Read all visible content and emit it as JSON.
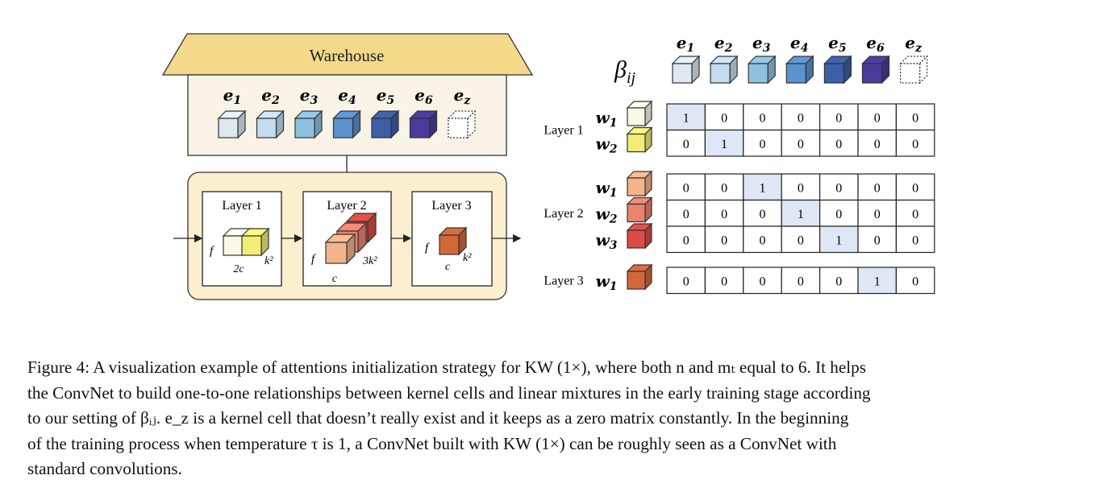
{
  "warehouse": {
    "title": "Warehouse",
    "cells": [
      {
        "label": "e",
        "sub": "1",
        "color": "#dde8ef"
      },
      {
        "label": "e",
        "sub": "2",
        "color": "#c4dcef"
      },
      {
        "label": "e",
        "sub": "3",
        "color": "#8fc1df"
      },
      {
        "label": "e",
        "sub": "4",
        "color": "#5b92d0"
      },
      {
        "label": "e",
        "sub": "5",
        "color": "#3d5fa8"
      },
      {
        "label": "e",
        "sub": "6",
        "color": "#4c3a9a"
      },
      {
        "label": "e",
        "sub": "z",
        "color": "#ffffff"
      }
    ]
  },
  "network": {
    "layers": [
      {
        "title": "Layer 1",
        "f": "f",
        "dim_bottom": "2c",
        "dim_right": "k²"
      },
      {
        "title": "Layer 2",
        "f": "f",
        "dim_bottom": "c",
        "dim_right": "3k²"
      },
      {
        "title": "Layer 3",
        "f": "f",
        "dim_bottom": "c",
        "dim_right": "k²"
      }
    ]
  },
  "attention": {
    "beta_label": "β",
    "beta_sub": "ij",
    "groups": [
      {
        "layer": "Layer 1",
        "rows": [
          {
            "w": "w",
            "sub": "1",
            "color": "#fbf8e6",
            "values": [
              "1",
              "0",
              "0",
              "0",
              "0",
              "0",
              "0"
            ],
            "hi": 0
          },
          {
            "w": "w",
            "sub": "2",
            "color": "#f1ee78",
            "values": [
              "0",
              "1",
              "0",
              "0",
              "0",
              "0",
              "0"
            ],
            "hi": 1
          }
        ]
      },
      {
        "layer": "Layer 2",
        "rows": [
          {
            "w": "w",
            "sub": "1",
            "color": "#f3b48a",
            "values": [
              "0",
              "0",
              "1",
              "0",
              "0",
              "0",
              "0"
            ],
            "hi": 2
          },
          {
            "w": "w",
            "sub": "2",
            "color": "#e9846f",
            "values": [
              "0",
              "0",
              "0",
              "1",
              "0",
              "0",
              "0"
            ],
            "hi": 3
          },
          {
            "w": "w",
            "sub": "3",
            "color": "#dd4b47",
            "values": [
              "0",
              "0",
              "0",
              "0",
              "1",
              "0",
              "0"
            ],
            "hi": 4
          }
        ]
      },
      {
        "layer": "Layer 3",
        "rows": [
          {
            "w": "w",
            "sub": "1",
            "color": "#d2683a",
            "values": [
              "0",
              "0",
              "0",
              "0",
              "0",
              "1",
              "0"
            ],
            "hi": 5
          }
        ]
      }
    ],
    "highlight_color": "#dfe6f5"
  },
  "caption": {
    "lines": [
      "Figure 4: A visualization example of attentions initialization strategy for KW (1×), where both n and mₜ equal to 6. It helps",
      "the ConvNet to build one-to-one relationships between kernel cells and linear mixtures in the early training stage according",
      "to our setting of βᵢⱼ. e_z is a kernel cell that doesn’t really exist and it keeps as a zero matrix constantly. In the beginning",
      "of the training process when temperature τ is 1, a ConvNet built with KW (1×) can be roughly seen as a ConvNet with",
      "standard convolutions."
    ]
  }
}
